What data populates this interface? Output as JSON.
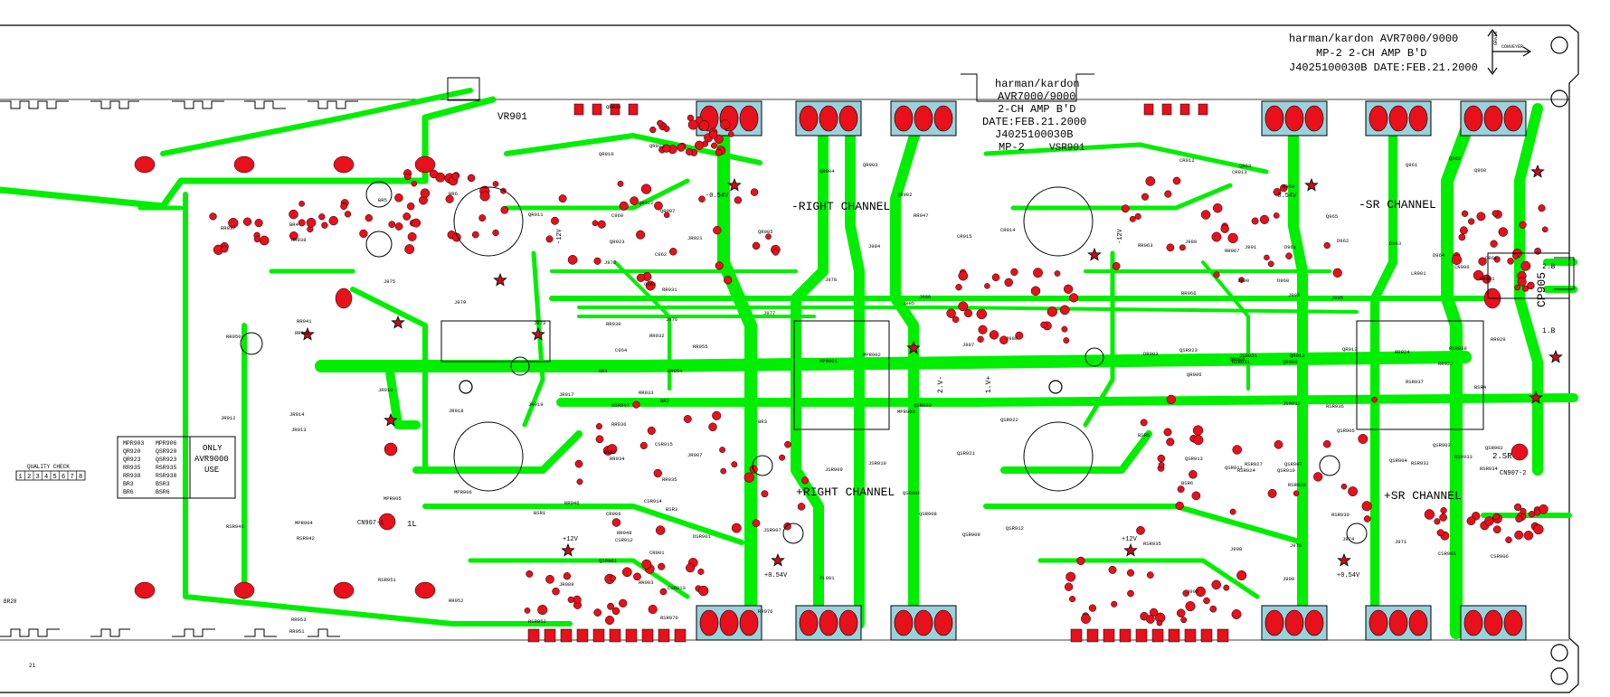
{
  "title_block": {
    "line1": "harman/kardon  AVR7000/9000",
    "line2": "MP-2    2-CH AMP B'D",
    "line3": "J4025100030B  DATE:FEB.21.2000",
    "arrow_label_left": "GRAIN",
    "arrow_label_right": "CONVEYER"
  },
  "center_block": {
    "line1": "harman/kardon",
    "line2": "AVR7000/9000",
    "line3": "2-CH AMP B'D",
    "line4": "DATE:FEB.21.2000",
    "line5": "J4025100030B",
    "line6": "MP-2",
    "line7": "VSR901"
  },
  "channel_labels": {
    "right_minus": "-RIGHT CHANNEL",
    "sr_minus": "-SR CHANNEL",
    "right_plus": "+RIGHT CHANNEL",
    "sr_plus": "+SR CHANNEL"
  },
  "connectors": {
    "cp905": "CP905",
    "cn907_1": "CN907-1",
    "cn907_2": "CN907-2",
    "label_1l": "1L",
    "label_2sr": "2.SR",
    "label_2b": "2.B",
    "label_1b": "1.B",
    "vr901": "VR901"
  },
  "quality_check": {
    "title": "QUALITY CHECK",
    "cells": [
      "1",
      "2",
      "3",
      "4",
      "5",
      "6",
      "7",
      "8"
    ]
  },
  "only_table": {
    "rows": [
      [
        "MPR903",
        "MPR906"
      ],
      [
        "QR920",
        "QSR920"
      ],
      [
        "QR923",
        "QSR923"
      ],
      [
        "RR935",
        "RSR935"
      ],
      [
        "RR938",
        "RSR938"
      ],
      [
        "BR3",
        "BSR3"
      ],
      [
        "BR6",
        "BSR6"
      ]
    ],
    "note_line1": "ONLY",
    "note_line2": "AVR9000",
    "note_line3": "USE"
  },
  "misc": {
    "br28": "BR28",
    "page_num": "21"
  },
  "refdes": [
    "QR920",
    "QR921",
    "QR922",
    "QR923",
    "RR931",
    "JR921",
    "JR917",
    "RR936",
    "RR937",
    "RR938",
    "BR4",
    "BR5",
    "BR6",
    "QR911",
    "QR910",
    "QR907",
    "QR905",
    "QR904",
    "QR903",
    "QR902",
    "RR947",
    "CR915",
    "CR914",
    "CR912",
    "CR913",
    "Q963",
    "Q964",
    "Q965",
    "Q961",
    "Q962",
    "Q960",
    "RR963",
    "RR966",
    "RR967",
    "D960",
    "D961",
    "D962",
    "D963",
    "D964",
    "C961",
    "C960",
    "C962",
    "C963",
    "C964",
    "RR954",
    "RR955",
    "RR946",
    "RR948",
    "RR950",
    "RR941",
    "RR942",
    "J975",
    "J979",
    "J973",
    "J972",
    "J976",
    "J977",
    "J978",
    "J984",
    "J985",
    "J986",
    "J987",
    "J988",
    "J989",
    "J990",
    "J991",
    "J993",
    "J995",
    "LR901",
    "CN906",
    "DR901",
    "DR903",
    "QR906",
    "QR908",
    "QR909",
    "QR912",
    "QR913",
    "RR924",
    "RR927",
    "RR929",
    "RR930",
    "RR932",
    "RR933",
    "RR934",
    "RR935",
    "JR907",
    "JR909",
    "JR910",
    "JR912",
    "JR913",
    "JR914",
    "JR916",
    "JR918",
    "JR919",
    "BR1",
    "BR2",
    "BR3",
    "MPR901",
    "MPR902",
    "MPR903",
    "QSR920",
    "QSR921",
    "QSR922",
    "QSR923",
    "RSR931",
    "JSR921",
    "JSR917",
    "RSR936",
    "RSR937",
    "RSR938",
    "BSR4",
    "BSR5",
    "BSR6",
    "QSR911",
    "QSR910",
    "QSR907",
    "QSR905",
    "QSR904",
    "QSR903",
    "QSR902",
    "RSR947",
    "CSR915",
    "CSR914",
    "CSR912",
    "CSR913",
    "DSR901",
    "DSR903",
    "LSR901",
    "RSR941",
    "RSR942",
    "MPR904",
    "MPR905",
    "MPR906",
    "BSR1",
    "BSR2",
    "BSR3",
    "JSR907",
    "JSR909",
    "JSR910",
    "QSR906",
    "QSR908",
    "QSR909",
    "QSR912",
    "QSR913",
    "RSR924",
    "RSR927",
    "RSR929",
    "RSR930",
    "RSR932",
    "RSR933",
    "RSR934",
    "RSR935",
    "J997",
    "J998",
    "J999",
    "J970",
    "J974",
    "J971",
    "CSR901",
    "CSR906",
    "CR906",
    "CR901",
    "RR903",
    "RR904",
    "RR905",
    "CSR909",
    "QR924",
    "QSR924",
    "RSR953",
    "RR953",
    "RR951",
    "RSR951",
    "RR952",
    "RSR952",
    "QSR901",
    "RSR976",
    "RR976",
    "PL901"
  ],
  "voltage_labels": {
    "m054a": "-0.54V",
    "m054b": "-0.54V",
    "p054a": "+0.54V",
    "p054b": "+0.54V",
    "p12a": "+12V",
    "p12b": "+12V",
    "m12a": "-12V",
    "m12b": "-12V",
    "v2m": "2.V-",
    "v1p": "1.V+"
  },
  "colors": {
    "trace": "#00ee00",
    "pad": "#e8101a",
    "ink": "#000000",
    "heatsink_fill": "#9ad2dc"
  }
}
